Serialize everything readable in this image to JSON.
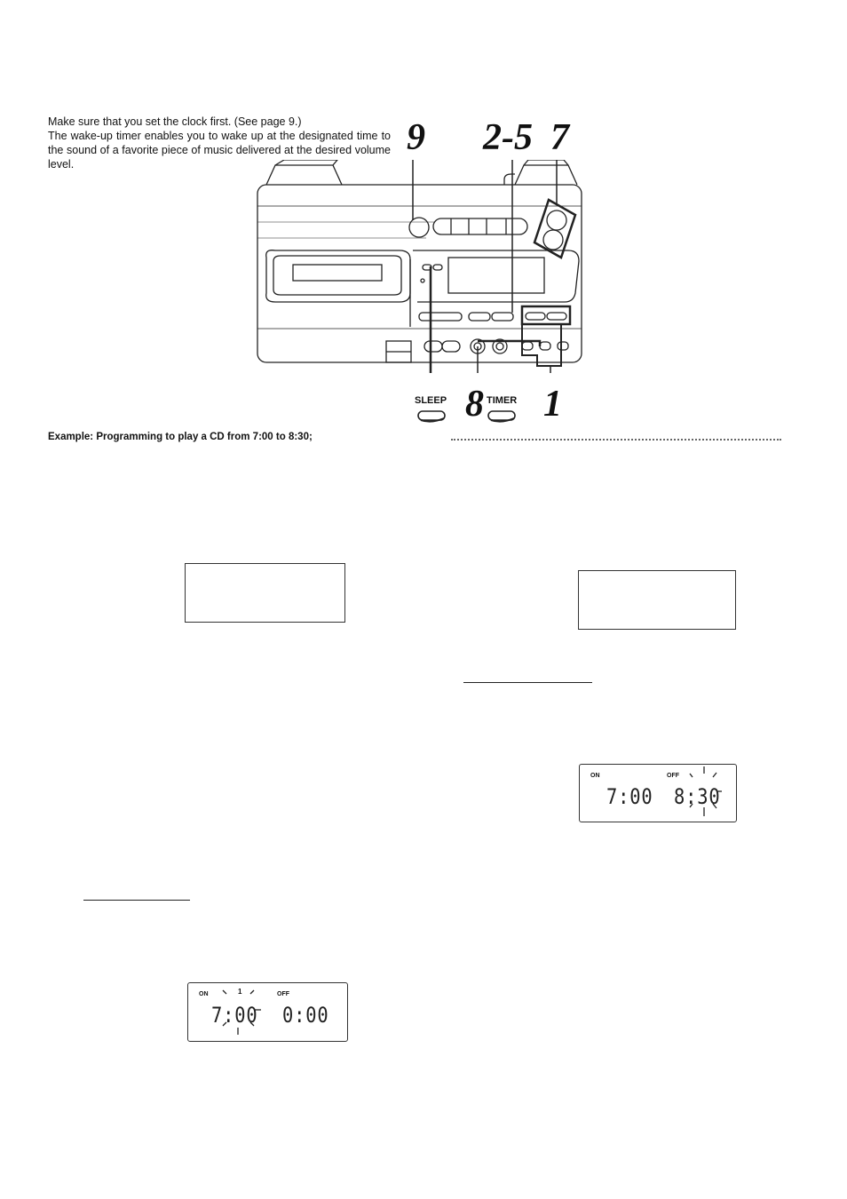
{
  "intro": {
    "line1": "Make sure that you set the clock first. (See page 9.)",
    "line2": "The wake-up timer enables you to wake up at the designated time to the sound of a favorite piece of music delivered at the desired volume level."
  },
  "callouts": {
    "nine": "9",
    "two_five": "2-5",
    "seven": "7",
    "eight": "8",
    "one": "1"
  },
  "buttons": {
    "sleep": "SLEEP",
    "timer": "TIMER"
  },
  "example": "Example:  Programming to play a CD from 7:00 to 8:30;",
  "display_bottom": {
    "on_label": "ON",
    "off_label": "OFF",
    "on_time": "7:00",
    "off_time": "0:00",
    "indicator": "1"
  },
  "display_right": {
    "on_label": "ON",
    "off_label": "OFF",
    "on_time": "7:00",
    "off_time": "8:30"
  }
}
